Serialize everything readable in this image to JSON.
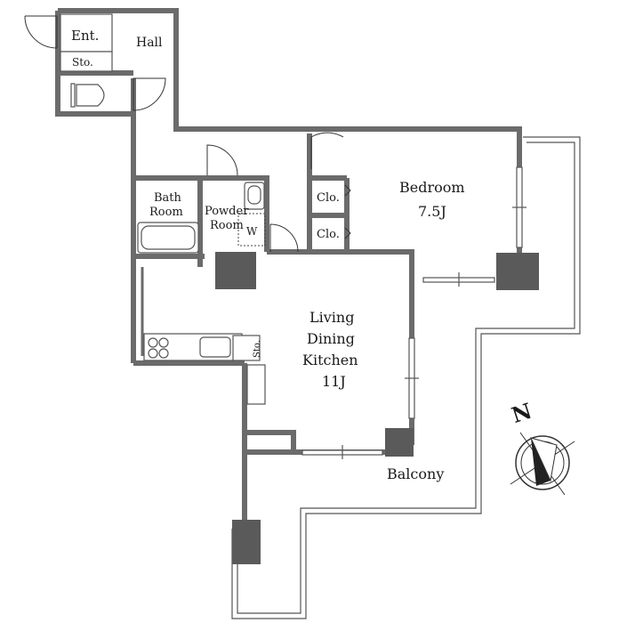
{
  "labels": {
    "entrance": "Ent.",
    "storage_entry": "Sto.",
    "hall": "Hall",
    "bath_line1": "Bath",
    "bath_line2": "Room",
    "powder_line1": "Powder",
    "powder_line2": "Room",
    "washer": "W",
    "closet1": "Clo.",
    "closet2": "Clo.",
    "bedroom": "Bedroom",
    "bedroom_size": "7.5J",
    "ldk_line1": "Living",
    "ldk_line2": "Dining",
    "ldk_line3": "Kitchen",
    "ldk_size": "11J",
    "storage_kitchen": "Sto.",
    "balcony": "Balcony",
    "north": "N"
  },
  "icons": {
    "compass": "compass-rose-icon",
    "toilet": "toilet-icon",
    "bathtub": "bathtub-icon",
    "sink": "sink-icon",
    "stove": "stove-icon"
  }
}
